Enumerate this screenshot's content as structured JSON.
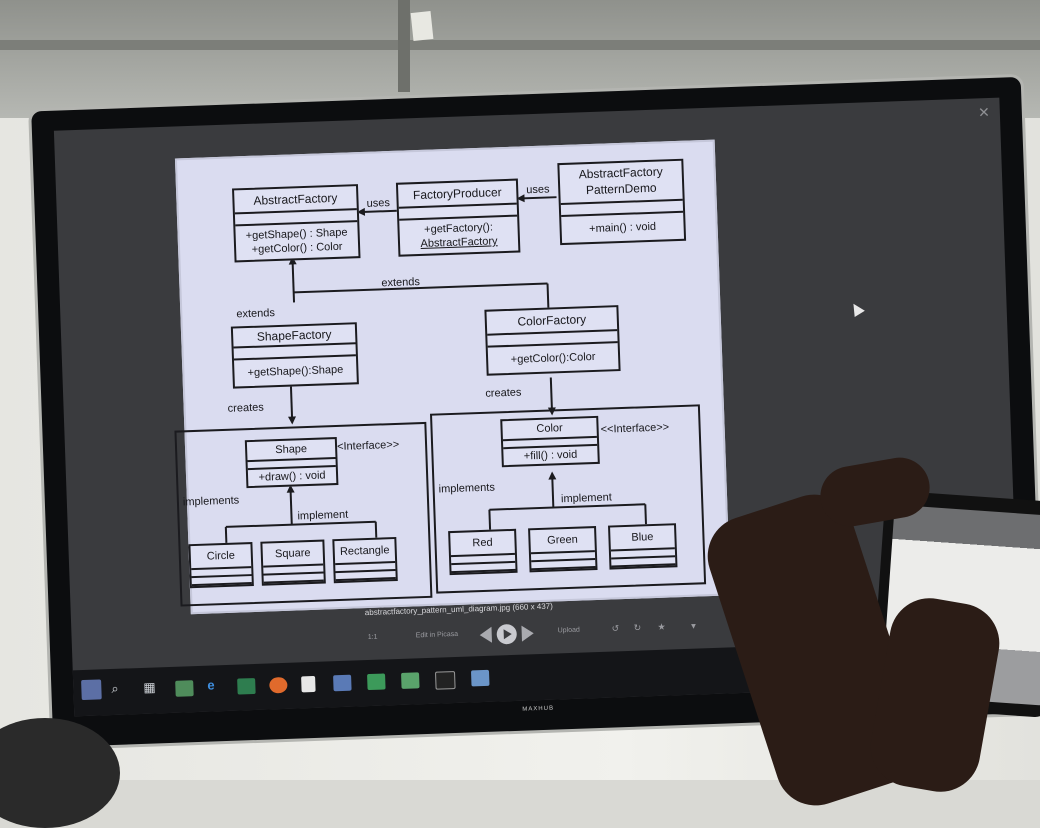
{
  "uml": {
    "abstract_factory": {
      "name": "AbstractFactory",
      "methods": [
        "+getShape() : Shape",
        "+getColor() : Color"
      ]
    },
    "factory_producer": {
      "name": "FactoryProducer",
      "methods": [
        "+getFactory():",
        "AbstractFactory"
      ]
    },
    "demo": {
      "name_line1": "AbstractFactory",
      "name_line2": "PatternDemo",
      "method": "+main() : void"
    },
    "shape_factory": {
      "name": "ShapeFactory",
      "method": "+getShape():Shape"
    },
    "color_factory": {
      "name": "ColorFactory",
      "method": "+getColor():Color"
    },
    "shape": {
      "name": "Shape",
      "method": "+draw() : void",
      "stereotype": "<Interface>>"
    },
    "color": {
      "name": "Color",
      "method": "+fill() : void",
      "stereotype": "<<Interface>>"
    },
    "labels": {
      "uses_left": "uses",
      "uses_right": "uses",
      "extends_left": "extends",
      "extends_top": "extends",
      "creates_left": "creates",
      "creates_right": "creates",
      "implements_left": "implements",
      "implements_right": "implements",
      "implement_left": "implement",
      "implement_right": "implement"
    },
    "shape_classes": [
      "Circle",
      "Square",
      "Rectangle"
    ],
    "color_classes": [
      "Red",
      "Green",
      "Blue"
    ]
  },
  "viewer": {
    "caption": "abstractfactory_pattern_uml_diagram.jpg (660 x 437)",
    "ratio_label": "1:1",
    "edit_label": "Edit in Picasa",
    "upload_label": "Upload",
    "close_glyph": "✕"
  },
  "tv": {
    "brand": "MAXHUB"
  },
  "colors": {
    "diagram_bg": "#dadcf0",
    "screen_bg": "#3a3b3e",
    "taskbar_bg": "#141518"
  },
  "taskbar": {
    "icons": [
      "start-icon",
      "search-icon",
      "task-view-icon",
      "app-icon",
      "edge-icon",
      "app-icon",
      "firefox-icon",
      "file-icon",
      "app-icon",
      "app-icon",
      "app-icon",
      "app-icon",
      "photo-icon"
    ]
  }
}
